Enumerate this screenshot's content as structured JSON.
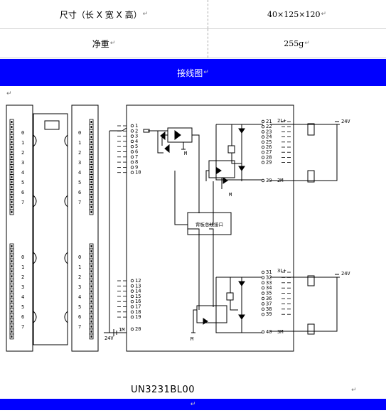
{
  "specs": {
    "rows": [
      {
        "label": "尺寸（长 X 宽 X 高）",
        "value": "40×125×120"
      },
      {
        "label": "净重",
        "value": "255g"
      }
    ]
  },
  "wiring": {
    "header": "接线图",
    "module_model": "UN3231BL00",
    "backplane_label": "背板总线接口",
    "left_channel_labels_upper": [
      "0",
      "1",
      "2",
      "3",
      "4",
      "5",
      "6",
      "7"
    ],
    "left_channel_labels_lower": [
      "0",
      "1",
      "2",
      "3",
      "4",
      "5",
      "6",
      "7"
    ],
    "input_terminals_upper": [
      "1",
      "2",
      "3",
      "4",
      "5",
      "6",
      "7",
      "8",
      "9",
      "10"
    ],
    "input_terminals_lower": [
      "12",
      "13",
      "14",
      "15",
      "16",
      "17",
      "18",
      "19"
    ],
    "input_common_label": "1M",
    "input_last_terminal": "20",
    "input_supply": "24V",
    "output_terminals_upper": [
      "21",
      "22",
      "23",
      "24",
      "25",
      "26",
      "27",
      "28",
      "29"
    ],
    "output_common_upper": "30",
    "output_group_upper": {
      "supply_label": "2L+",
      "ground_label": "2M",
      "voltage": "24V"
    },
    "output_terminals_lower": [
      "31",
      "32",
      "33",
      "34",
      "35",
      "36",
      "37",
      "38",
      "39"
    ],
    "output_common_lower": "40",
    "output_group_lower": {
      "supply_label": "3L+",
      "ground_label": "3M",
      "voltage": "24V"
    },
    "ground_symbol": "M"
  },
  "marks": {
    "return_mark": "↵"
  },
  "colors": {
    "header_band": "#0000ff",
    "line": "#000000"
  }
}
